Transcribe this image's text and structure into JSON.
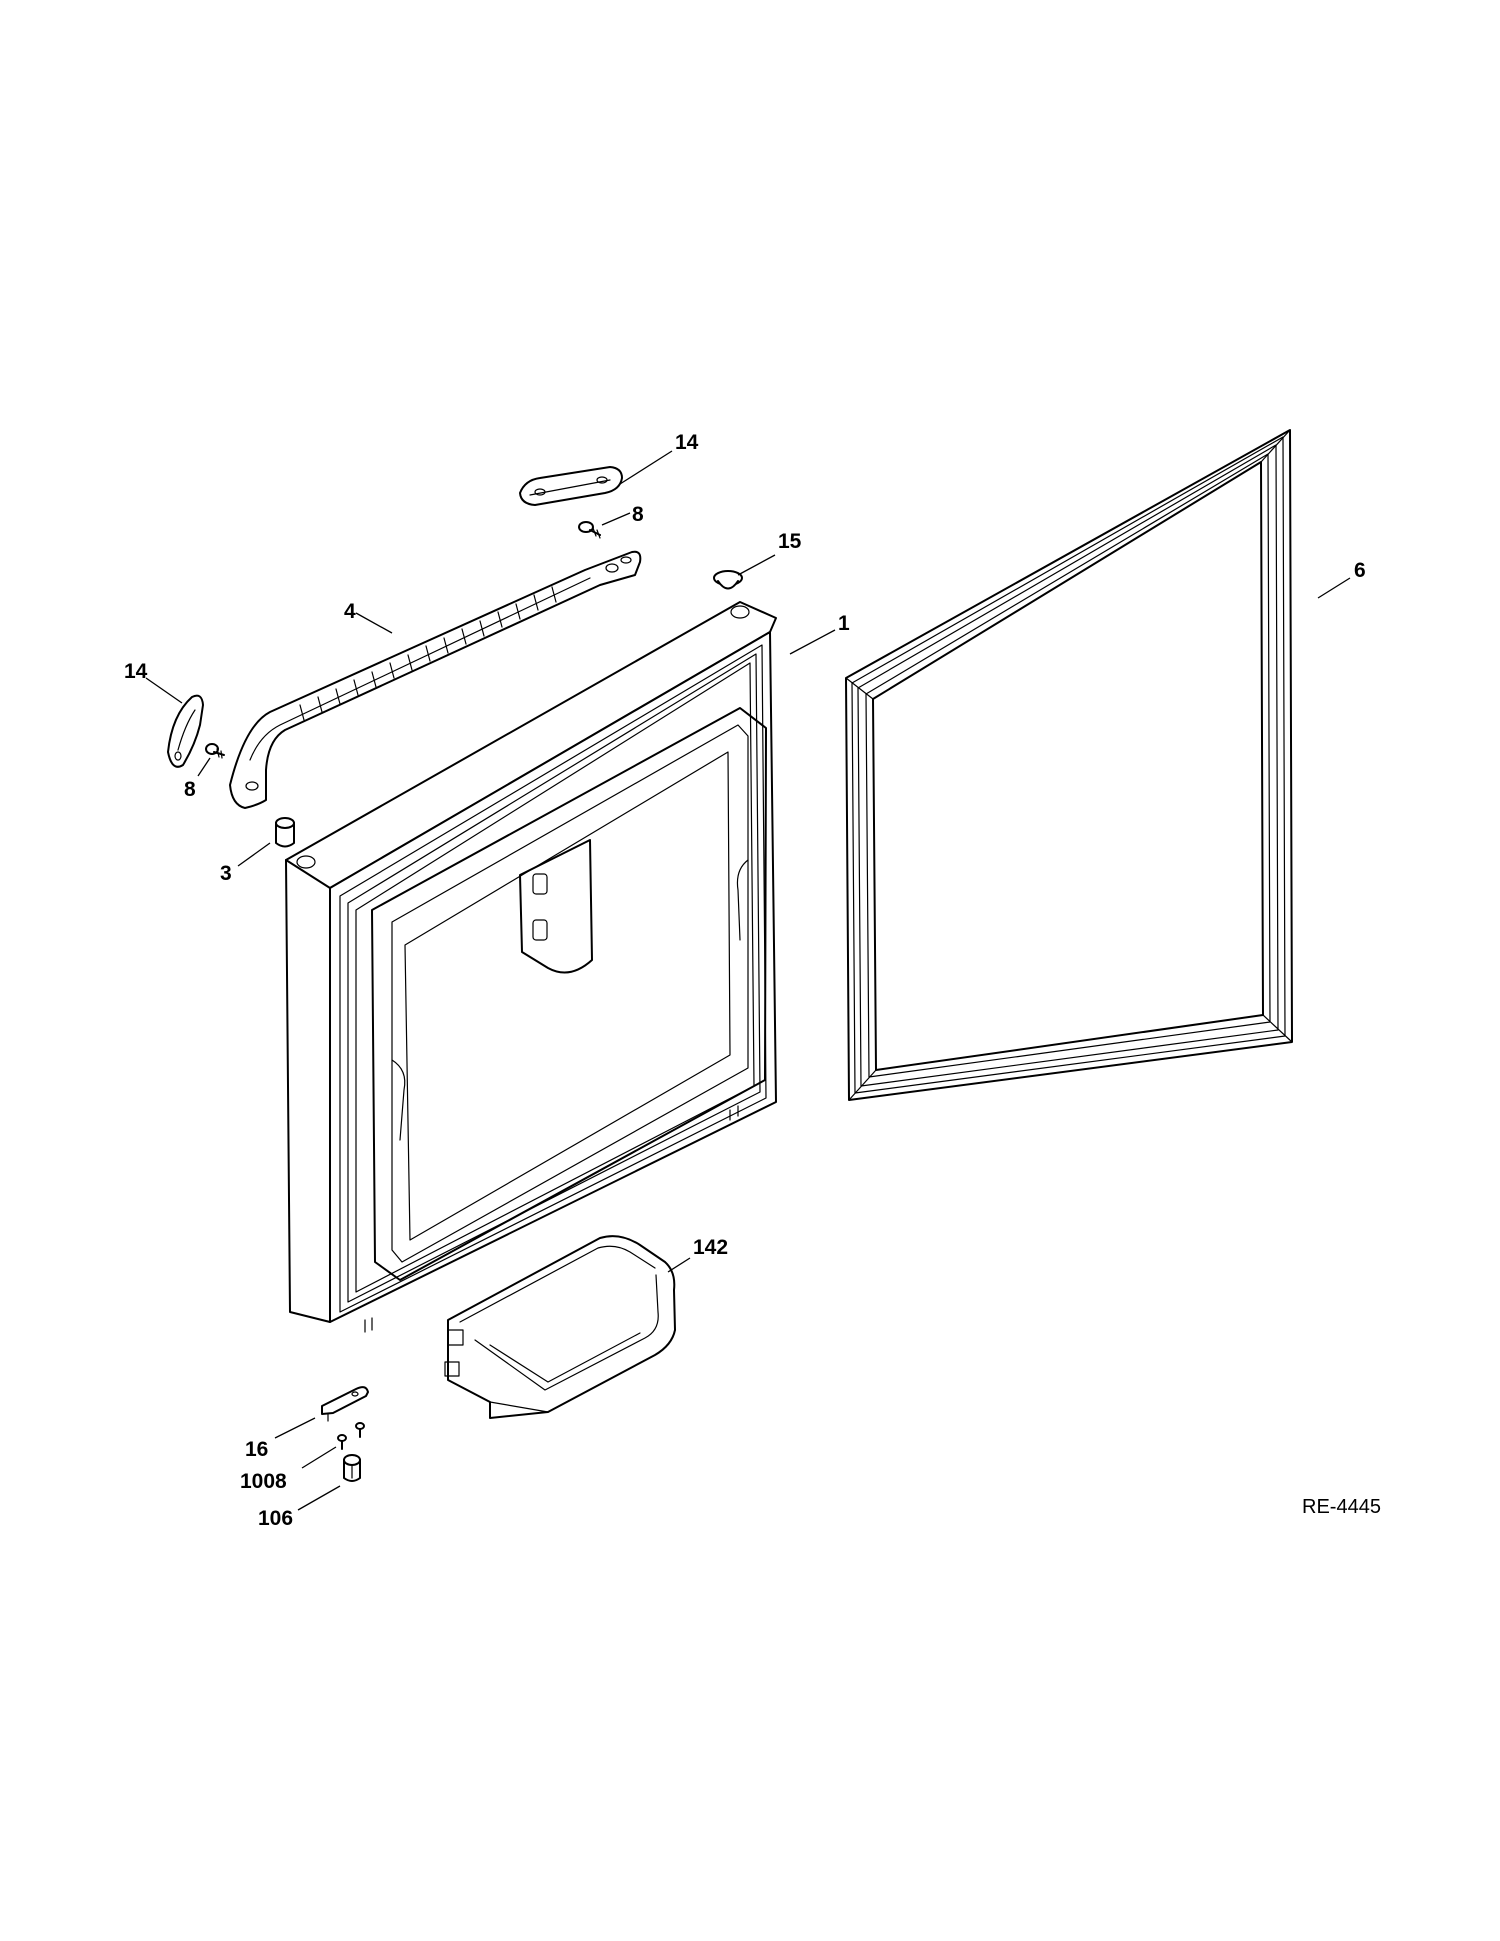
{
  "diagram": {
    "reference_code": "RE-4445",
    "callouts": [
      {
        "id": "c14a",
        "label": "14"
      },
      {
        "id": "c8a",
        "label": "8"
      },
      {
        "id": "c15",
        "label": "15"
      },
      {
        "id": "c6",
        "label": "6"
      },
      {
        "id": "c4",
        "label": "4"
      },
      {
        "id": "c1",
        "label": "1"
      },
      {
        "id": "c14b",
        "label": "14"
      },
      {
        "id": "c8b",
        "label": "8"
      },
      {
        "id": "c3",
        "label": "3"
      },
      {
        "id": "c142",
        "label": "142"
      },
      {
        "id": "c16",
        "label": "16"
      },
      {
        "id": "c1008",
        "label": "1008"
      },
      {
        "id": "c106",
        "label": "106"
      }
    ]
  }
}
